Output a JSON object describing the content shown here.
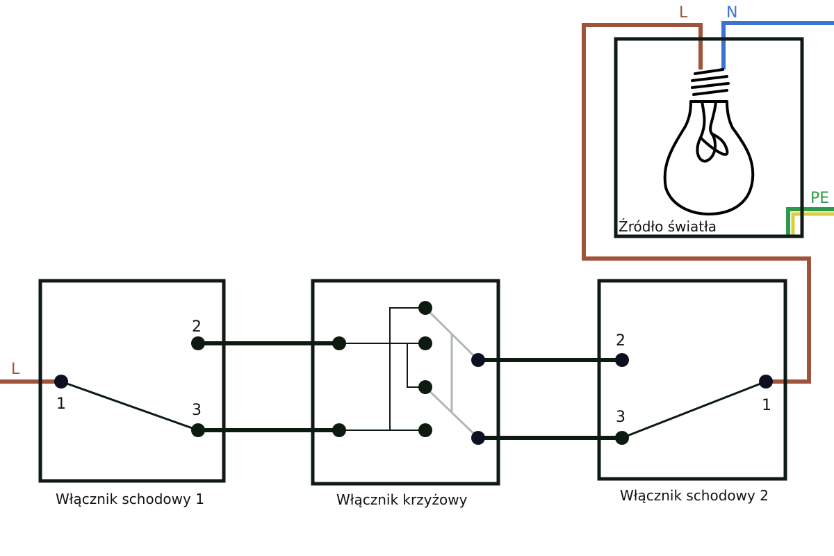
{
  "wire_labels": {
    "line_left": "L",
    "line_top": "L",
    "neutral": "N",
    "protective_earth": "PE"
  },
  "light_source": {
    "label": "Źródło światła"
  },
  "switch_1": {
    "label": "Włącznik schodowy 1",
    "terminals": [
      "1",
      "2",
      "3"
    ]
  },
  "cross_switch": {
    "label": "Włącznik krzyżowy"
  },
  "switch_2": {
    "label": "Włącznik schodowy 2",
    "terminals": [
      "1",
      "2",
      "3"
    ]
  },
  "colors": {
    "phase": "#a0523a",
    "neutral": "#3b74d0",
    "earth_green": "#2e9a48",
    "earth_yellow": "#d8cf3a",
    "box": "#0f1a14",
    "conductor": "#0c1a10",
    "internal_link": "#b0b8b4"
  }
}
